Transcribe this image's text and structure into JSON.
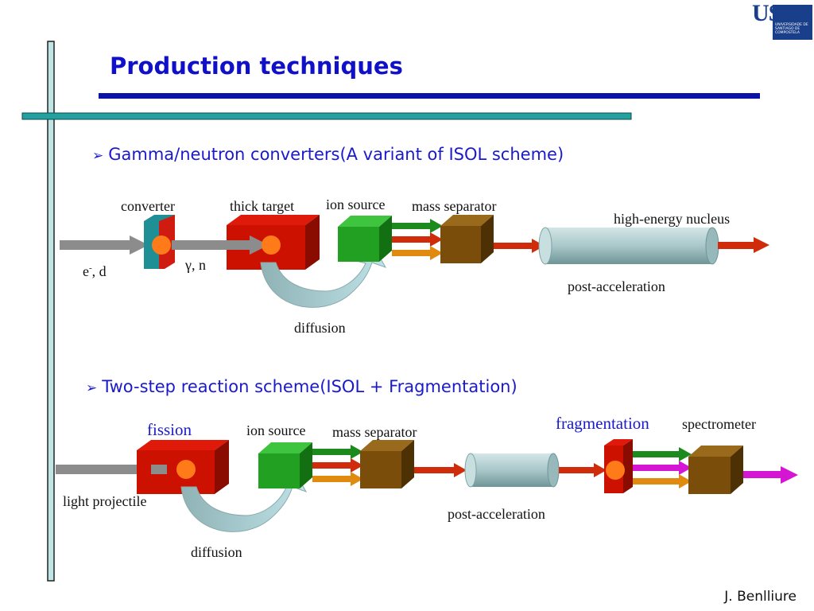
{
  "slide": {
    "title": "Production techniques",
    "author": "J. Benlliure",
    "logo": {
      "text": "USC",
      "subtext": "UNIVERSIDADE DE SANTIAGO DE COMPOSTELA"
    }
  },
  "section1": {
    "bullet": "Gamma/neutron converters(A variant of ISOL scheme)",
    "labels": {
      "converter": "converter",
      "thick_target": "thick target",
      "ion_source": "ion source",
      "mass_separator": "mass separator",
      "high_energy_nucleus": "high-energy nucleus",
      "beam": "e",
      "beam_sup": "-",
      "beam_rest": ", d",
      "gamma_n": "γ, n",
      "post_acceleration": "post-acceleration",
      "diffusion": "diffusion"
    }
  },
  "section2": {
    "bullet": "Two-step reaction scheme(ISOL + Fragmentation)",
    "labels": {
      "fission": "fission",
      "ion_source": "ion source",
      "mass_separator": "mass separator",
      "fragmentation": "fragmentation",
      "spectrometer": "spectrometer",
      "light_projectile": "light projectile",
      "post_acceleration": "post-acceleration",
      "diffusion": "diffusion"
    }
  },
  "colors": {
    "title_blue": "#1010c8",
    "target_red": "#cc1100",
    "source_green": "#22a022",
    "separator_brown": "#7a4d0a",
    "accelerator_gray": "#a9c7c9",
    "beam_gray": "#8c8c8c",
    "spot_orange": "#ff7a18",
    "arrow_red": "#d02b0a",
    "arrow_green": "#1d8a1d",
    "arrow_orange": "#e08a10",
    "arrow_magenta": "#d416d4",
    "converter_teal": "#1f8f96",
    "diffusion_blue": "#a9d3da"
  }
}
